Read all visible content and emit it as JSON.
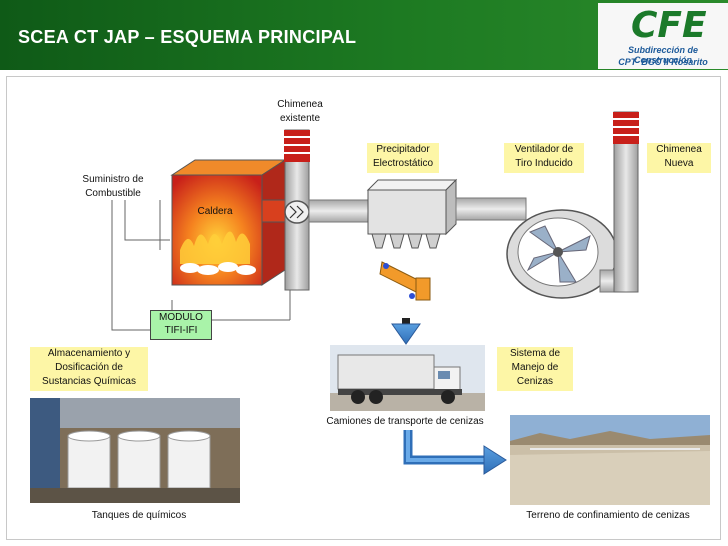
{
  "header": {
    "title": "SCEA CT JAP – ESQUEMA PRINCIPAL"
  },
  "logo": {
    "text": "CFE",
    "line1": "Subdirección de Construcción",
    "line2": "CPT- BGC II Rosarito"
  },
  "labels": {
    "chimenea_existente": "Chimenea\nexistente",
    "suministro": "Suministro de\nCombustible",
    "caldera": "Caldera",
    "precipitador": "Precipitador\nElectrostático",
    "ventilador": "Ventilador de\nTiro Inducido",
    "chimenea_nueva": "Chimenea\nNueva",
    "modulo": "MODULO\nTIFI-IFI",
    "almacenamiento": "Almacenamiento y\nDosificación de\nSustancias Químicas",
    "sistema_cenizas": "Sistema de\nManejo de\nCenizas",
    "camiones": "Camiones de transporte de cenizas",
    "tanques": "Tanques de químicos",
    "terreno": "Terreno de confinamiento de cenizas"
  },
  "colors": {
    "header_green": "#1d7a22",
    "label_yellow": "#fdf6a6",
    "label_green": "#a9f3a9",
    "boiler_red": "#e8401a",
    "chimney_red": "#c8201a"
  },
  "icons": [
    "boiler-icon",
    "chimney-icon",
    "precipitator-icon",
    "fan-icon",
    "arrow-icon",
    "truck-photo",
    "tanks-photo",
    "landfill-photo"
  ]
}
